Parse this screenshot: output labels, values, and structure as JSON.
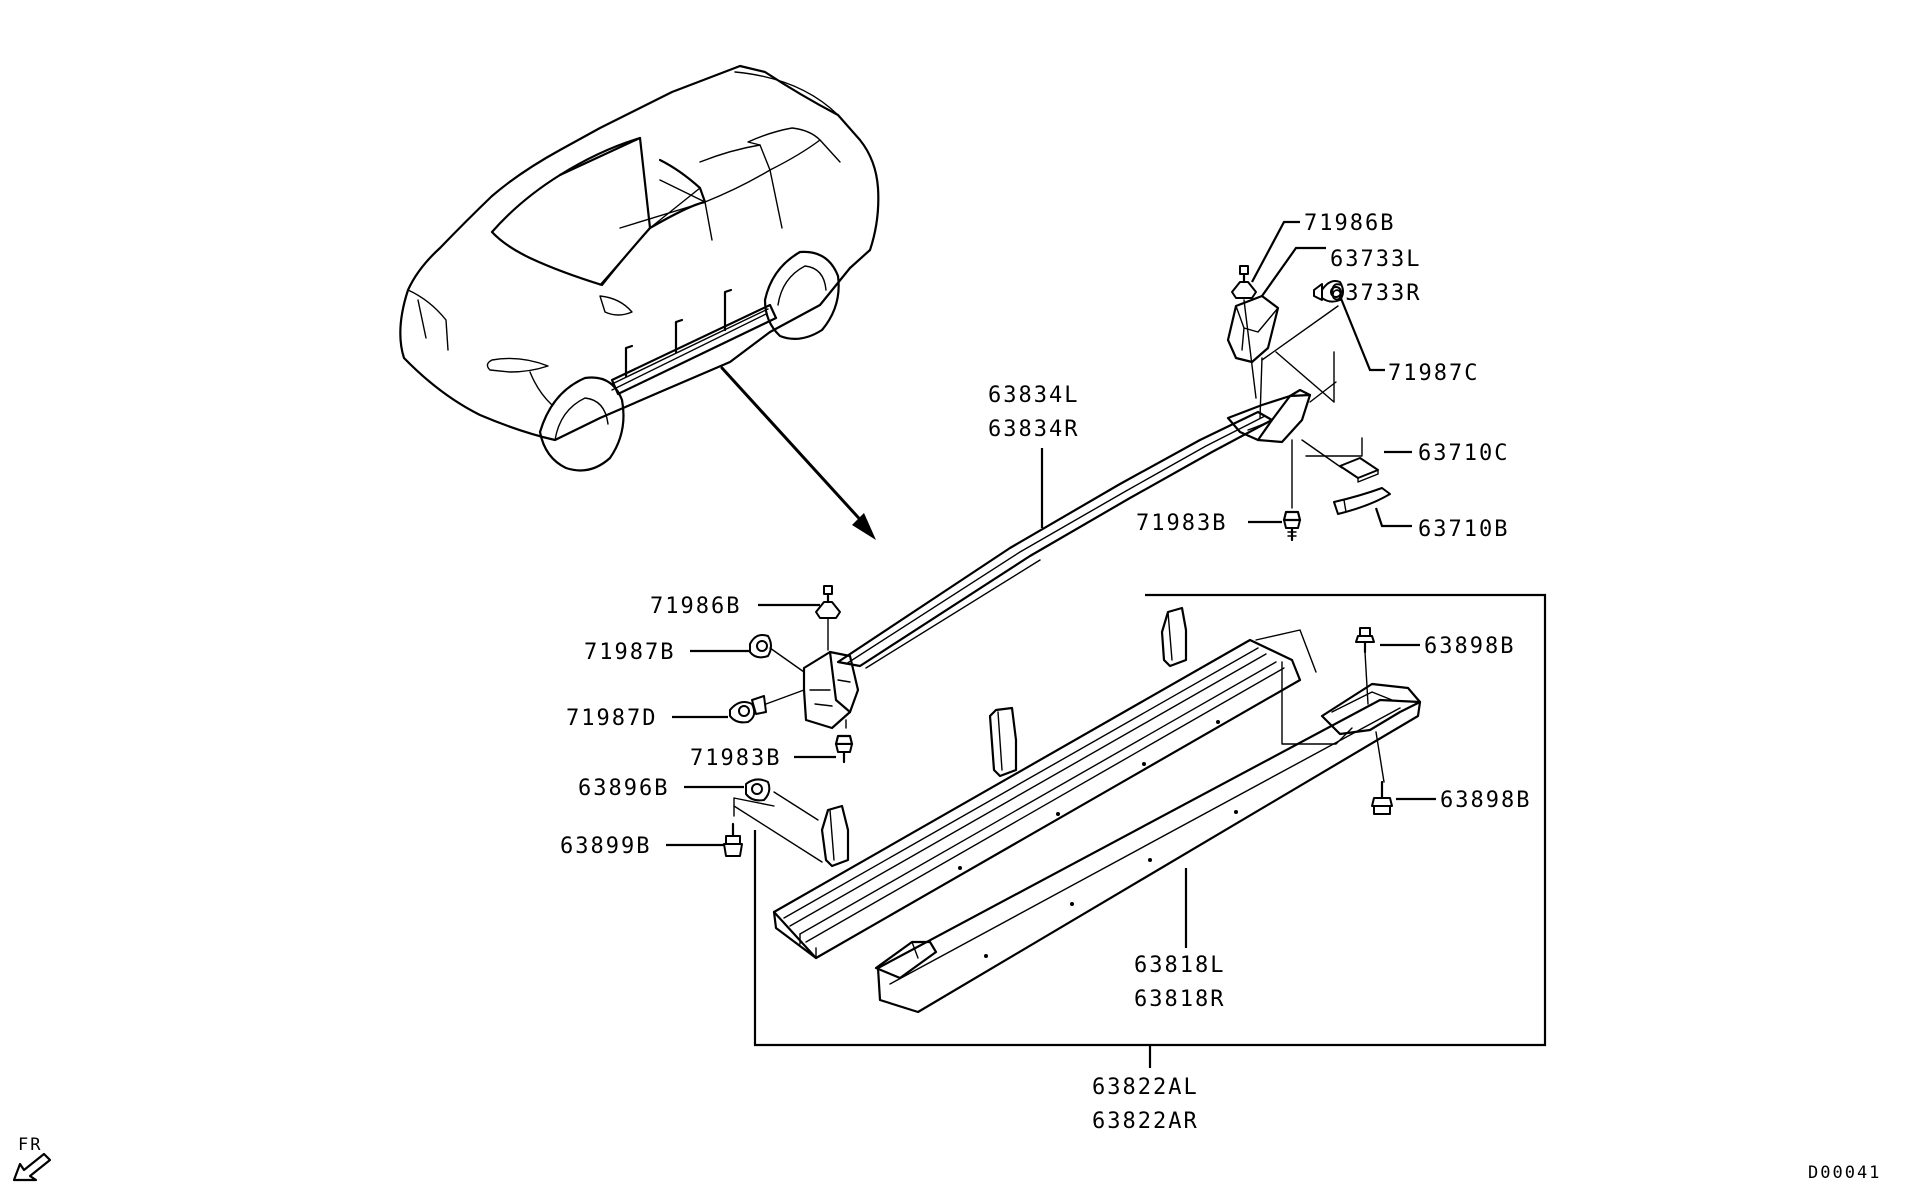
{
  "labels": {
    "p71986B_upper": "71986B",
    "p63733L": "63733L",
    "p63733R": "63733R",
    "p71987C": "71987C",
    "p63834L": "63834L",
    "p63834R": "63834R",
    "p63710C": "63710C",
    "p71983B_upper": "71983B",
    "p63710B": "63710B",
    "p71986B_lower": "71986B",
    "p71987B": "71987B",
    "p71987D": "71987D",
    "p71983B_lower": "71983B",
    "p63896B": "63896B",
    "p63899B": "63899B",
    "p63898B_upper": "63898B",
    "p63898B_lower": "63898B",
    "p63818L": "63818L",
    "p63818R": "63818R",
    "p63822AL": "63822AL",
    "p63822AR": "63822AR"
  },
  "direction": "FR",
  "diagram_code": "D00041",
  "icons": {
    "front_arrow": "arrow-down-left-icon"
  }
}
